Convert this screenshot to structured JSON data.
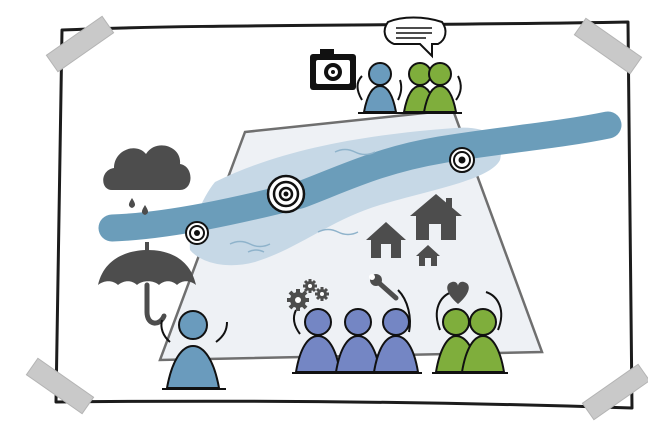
{
  "illustration": {
    "style": "hand-drawn flood risk poster taped to wall",
    "background_color": "#ffffff",
    "paper_color": "#ffffff",
    "frame_color": "#1c1c1c",
    "tape_color": "#c9c9c9",
    "map_color": "#eef1f5",
    "map_edge_color": "#6f6f6f",
    "river_color": "#6b9dba",
    "floodplain_color": "#c6d8e6",
    "cloud_color": "#4d4d4d",
    "umbrella_color": "#4d4d4d",
    "house_color": "#4d4d4d",
    "camera_color": "#111111",
    "people": [
      {
        "group": "observer-top-blue",
        "color": "#6a9bbd"
      },
      {
        "group": "observers-top-green",
        "color": "#7fae3c"
      },
      {
        "group": "resident-under-umbrella",
        "color": "#6a9bbd"
      },
      {
        "group": "engineers-purple",
        "color": "#7486c4"
      },
      {
        "group": "community-green",
        "color": "#7fae3c"
      }
    ],
    "icons": [
      "camera-icon",
      "speech-bubble-icon",
      "rain-cloud-icon",
      "umbrella-icon",
      "gear-icon",
      "wrench-icon",
      "heart-icon",
      "house-icon",
      "target-marker-icon"
    ]
  }
}
